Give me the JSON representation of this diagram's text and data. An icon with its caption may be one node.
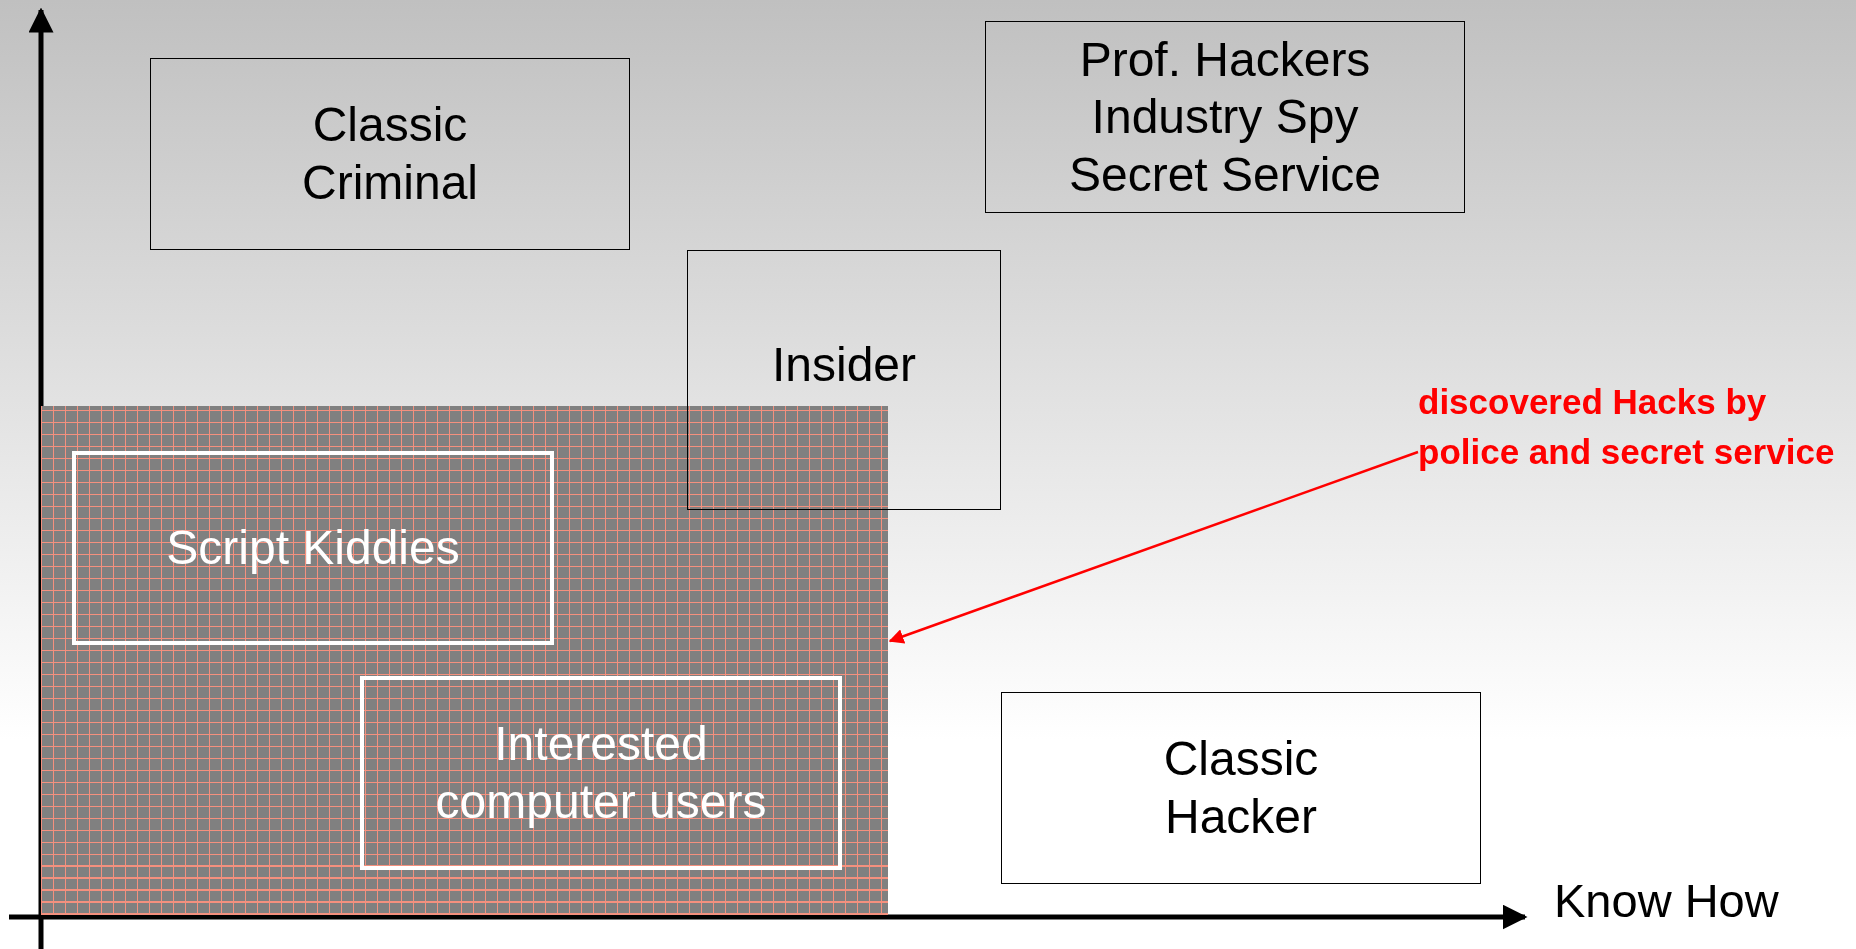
{
  "diagram": {
    "nodes": [
      {
        "text": [
          "Classic Criminal"
        ]
      },
      {
        "text": [
          "Prof. Hackers",
          "Industry Spy",
          "Secret Service"
        ]
      },
      {
        "text": [
          "Insider"
        ]
      },
      {
        "text": [],
        "shape": "box"
      },
      {
        "text": [
          "Script Kiddies"
        ],
        "in": 3
      },
      {
        "text": [
          "Interested computer users"
        ],
        "in": 3
      },
      {
        "text": [
          "discovered Hacks by police and secret service"
        ]
      },
      {
        "text": [
          "Classic Hacker"
        ]
      }
    ],
    "edges": [
      {
        "from": 6,
        "to": 3,
        "arrow": "to",
        "color": "#ff0000"
      }
    ],
    "labels": [
      "Know How"
    ]
  }
}
